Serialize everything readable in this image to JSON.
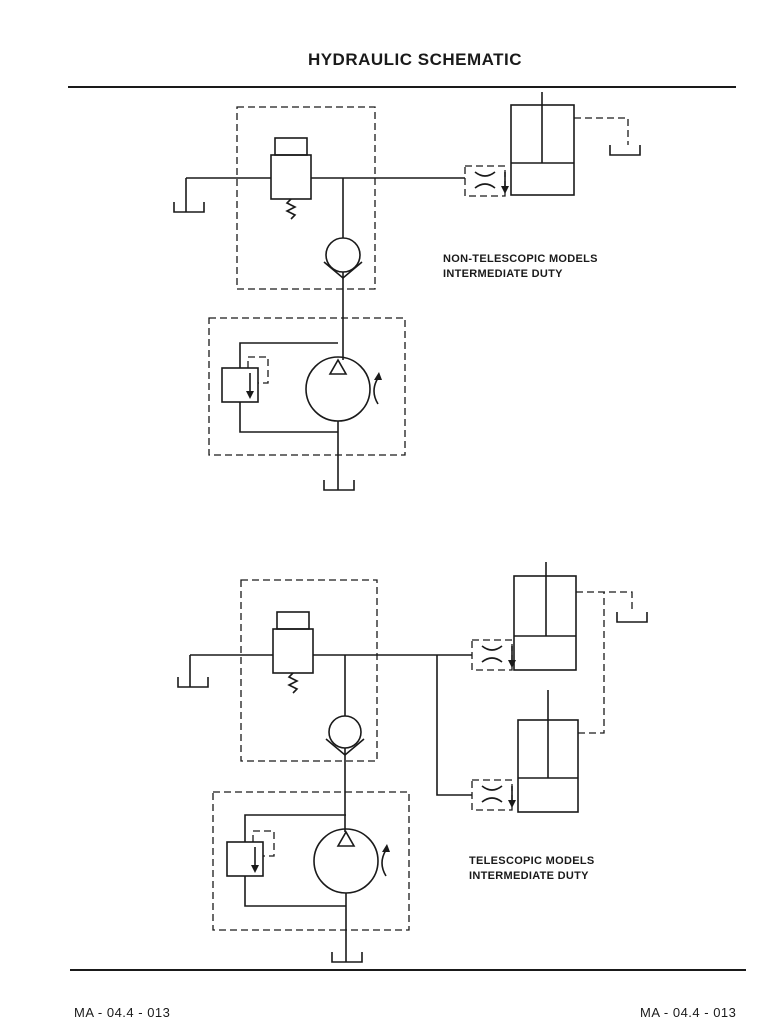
{
  "header": {
    "title": "HYDRAULIC SCHEMATIC"
  },
  "diagrams": [
    {
      "caption_line1": "NON-TELESCOPIC MODELS",
      "caption_line2": "INTERMEDIATE DUTY"
    },
    {
      "caption_line1": "TELESCOPIC MODELS",
      "caption_line2": "INTERMEDIATE DUTY"
    }
  ],
  "footer": {
    "left_code": "MA - 04.4 - 013",
    "right_code": "MA - 04.4 - 013"
  }
}
